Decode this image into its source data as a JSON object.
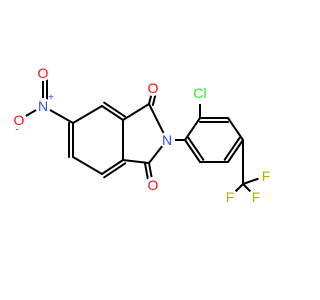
{
  "molecule": {
    "colors": {
      "bond": "#000000",
      "O": "#ff0d0d",
      "N": "#3050f8",
      "Cl": "#1ff01f",
      "F": "#b3b300"
    },
    "atoms": {
      "o_nitro_top": {
        "symbol": "O",
        "color_key": "O"
      },
      "n_nitro": {
        "symbol": "N",
        "color_key": "N",
        "charge": "+"
      },
      "o_nitro_left": {
        "symbol": "O",
        "color_key": "O",
        "charge": "-"
      },
      "o_carbonyl_top": {
        "symbol": "O",
        "color_key": "O"
      },
      "n_imide": {
        "symbol": "N",
        "color_key": "N"
      },
      "o_carbonyl_bot": {
        "symbol": "O",
        "color_key": "O"
      },
      "cl": {
        "symbol": "Cl",
        "color_key": "Cl"
      },
      "f_top": {
        "symbol": "F",
        "color_key": "F"
      },
      "f_right": {
        "symbol": "F",
        "color_key": "F"
      },
      "f_bottom": {
        "symbol": "F",
        "color_key": "F"
      }
    }
  }
}
